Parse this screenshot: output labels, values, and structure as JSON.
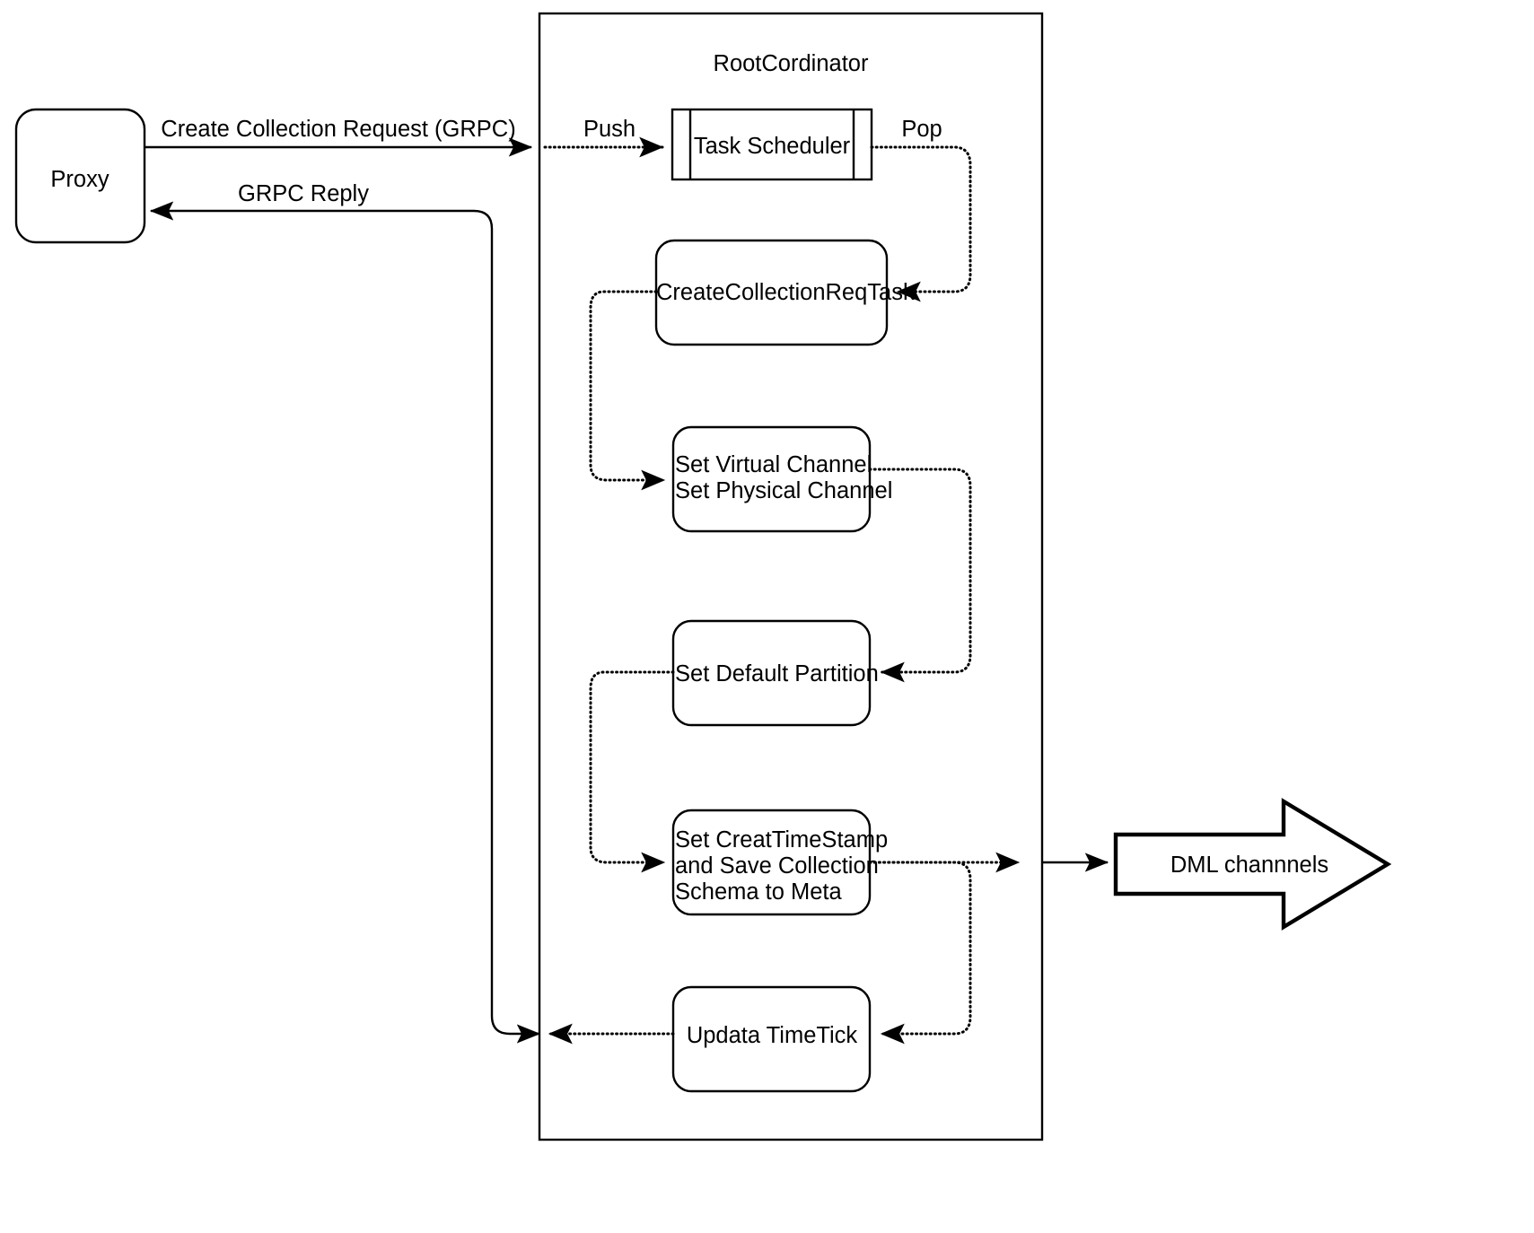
{
  "diagram": {
    "title": "RootCordinator",
    "background": "#ffffff",
    "stroke_color": "#000000",
    "fill_color": "#ffffff",
    "nodes": [
      {
        "id": "proxy",
        "label": "Proxy",
        "shape": "rounded-rect"
      },
      {
        "id": "task-scheduler",
        "label": "Task Scheduler",
        "shape": "queue-rect"
      },
      {
        "id": "create-collection-req-task",
        "label": "CreateCollectionReqTask",
        "shape": "rounded-rect"
      },
      {
        "id": "set-channel",
        "label_line1": "Set Virtual Channel",
        "label_line2": "Set Physical Channel",
        "shape": "rounded-rect"
      },
      {
        "id": "set-default-partition",
        "label": "Set Default Partition",
        "shape": "rounded-rect"
      },
      {
        "id": "set-creat-timestamp",
        "label_line1": "Set CreatTimeStamp",
        "label_line2": "and Save Collection",
        "label_line3": "Schema to Meta",
        "shape": "rounded-rect"
      },
      {
        "id": "updata-timetick",
        "label": "Updata TimeTick",
        "shape": "rounded-rect"
      },
      {
        "id": "dml-channnels",
        "label": "DML channnels",
        "shape": "block-arrow-right"
      }
    ],
    "container": {
      "id": "rootcordinator",
      "label": "RootCordinator",
      "shape": "rect"
    },
    "edges": [
      {
        "id": "proxy-to-rootcordinator",
        "label": "Create Collection Request (GRPC)",
        "style": "solid",
        "arrow": "end"
      },
      {
        "id": "rootcordinator-to-proxy",
        "label": "GRPC Reply",
        "style": "solid",
        "arrow": "end"
      },
      {
        "id": "push-to-task-scheduler",
        "label": "Push",
        "style": "dotted",
        "arrow": "end"
      },
      {
        "id": "pop-from-task-scheduler",
        "label": "Pop",
        "style": "dotted",
        "arrow": "end"
      },
      {
        "id": "task-to-set-channel",
        "label": "",
        "style": "dotted",
        "arrow": "end"
      },
      {
        "id": "set-channel-to-partition",
        "label": "",
        "style": "dotted",
        "arrow": "end"
      },
      {
        "id": "partition-to-timestamp",
        "label": "",
        "style": "dotted",
        "arrow": "end"
      },
      {
        "id": "timestamp-to-dml",
        "label": "",
        "style": "dotted",
        "arrow": "end"
      },
      {
        "id": "dml-solid-feed",
        "label": "",
        "style": "solid",
        "arrow": "end"
      },
      {
        "id": "timestamp-to-timetick",
        "label": "",
        "style": "dotted",
        "arrow": "end"
      },
      {
        "id": "timetick-to-reply",
        "label": "",
        "style": "dotted",
        "arrow": "end"
      }
    ]
  }
}
